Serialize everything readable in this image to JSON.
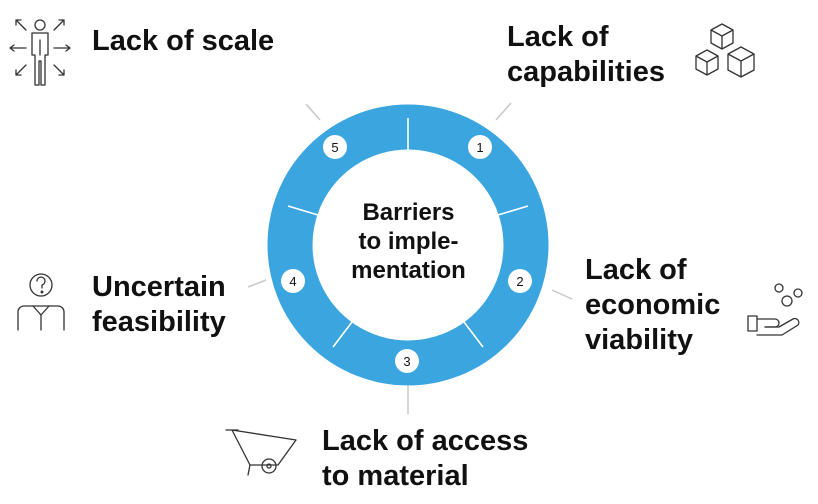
{
  "diagram": {
    "center_lines": [
      "Barriers",
      "to imple-",
      "mentation"
    ],
    "ring_color": "#3AA5DF",
    "segments": [
      {
        "number": "1",
        "label_lines": [
          "Lack of",
          "capabilities"
        ],
        "icon": "boxes-icon"
      },
      {
        "number": "2",
        "label_lines": [
          "Lack of",
          "economic",
          "viability"
        ],
        "icon": "hand-coins-icon"
      },
      {
        "number": "3",
        "label_lines": [
          "Lack of access",
          "to material"
        ],
        "icon": "wheelbarrow-icon"
      },
      {
        "number": "4",
        "label_lines": [
          "Uncertain",
          "feasibility"
        ],
        "icon": "person-question-icon"
      },
      {
        "number": "5",
        "label_lines": [
          "Lack of scale"
        ],
        "icon": "person-arrows-icon"
      }
    ]
  }
}
